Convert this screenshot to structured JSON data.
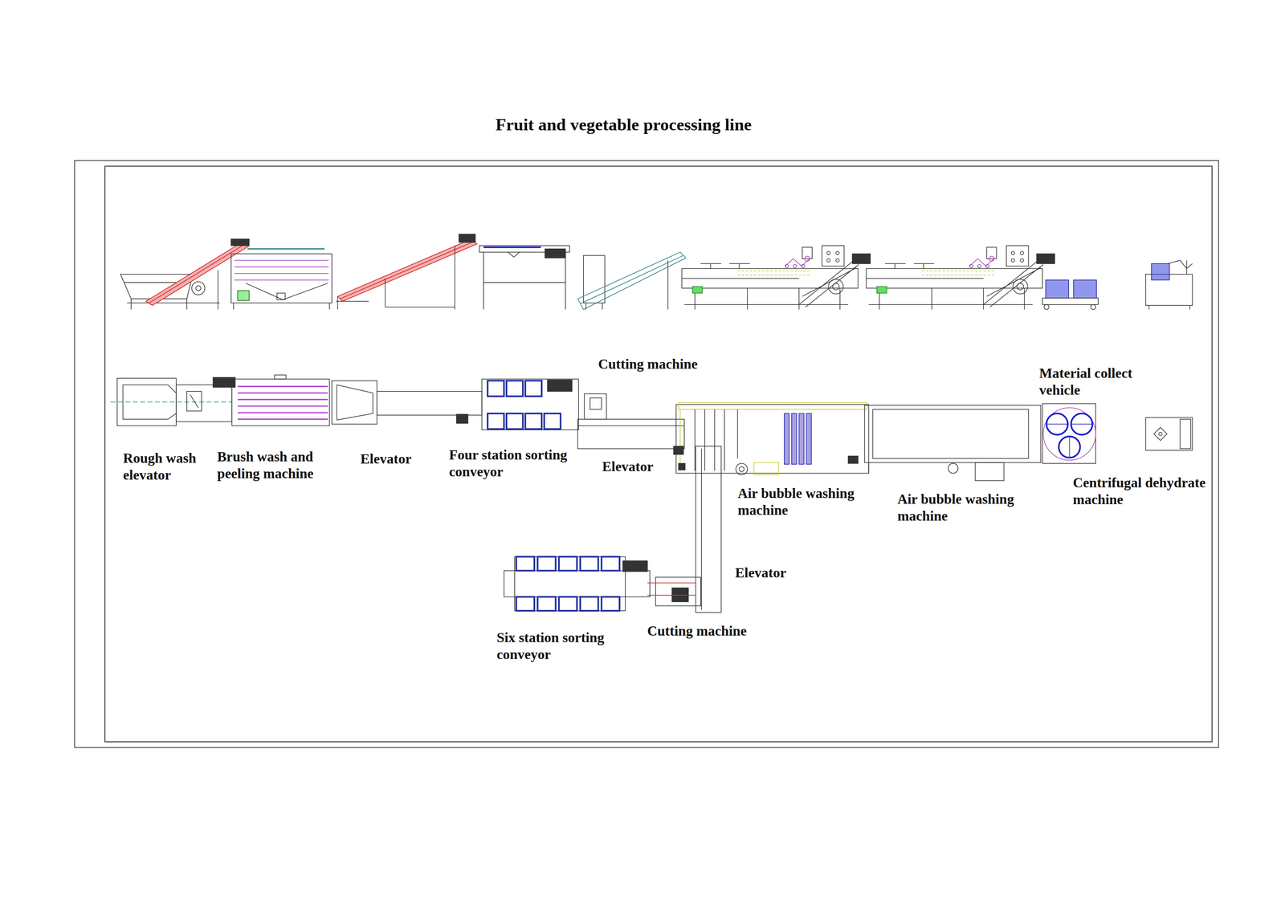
{
  "diagram": {
    "title": "Fruit and vegetable processing line",
    "labels": [
      "Cutting machine",
      "Material collect vehicle",
      "Rough wash elevator",
      "Brush wash and peeling machine",
      "Elevator",
      "Four station sorting conveyor",
      "Elevator",
      "Air bubble washing machine",
      "Air bubble washing machine",
      "Centrifugal dehydrate machine",
      "Elevator",
      "Six station sorting conveyor",
      "Cutting machine"
    ]
  }
}
